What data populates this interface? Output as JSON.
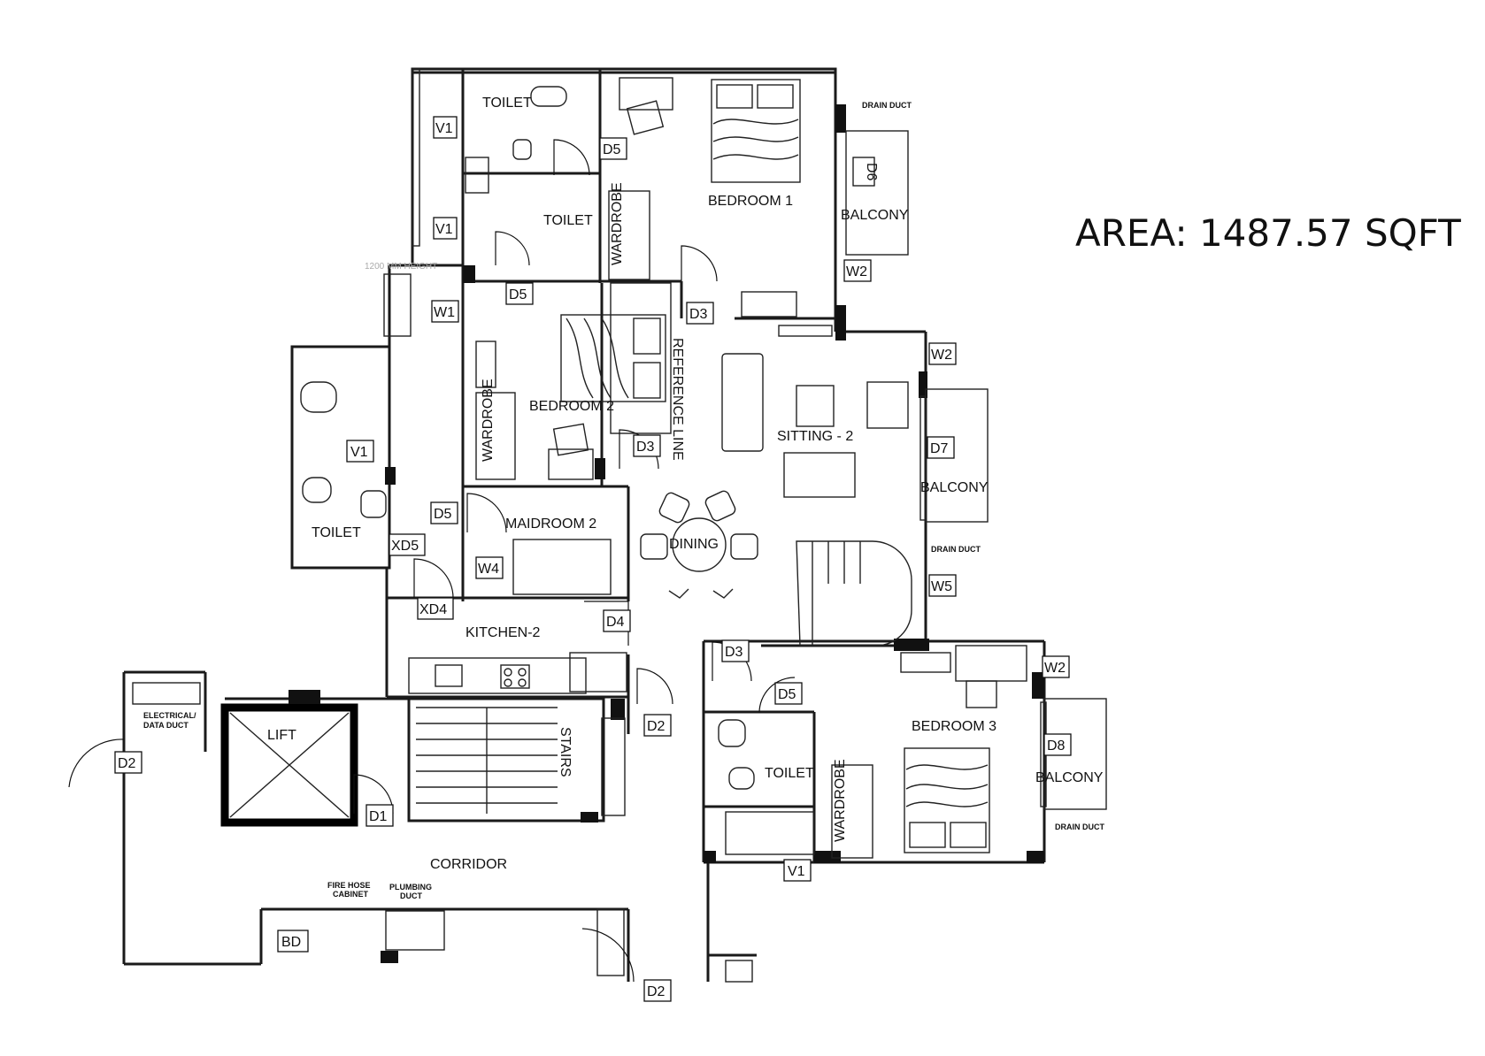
{
  "area_label": "AREA: 1487.57 SQFT",
  "height_note": "1200 MM HEIGHT",
  "rooms": {
    "toilet_1": "TOILET",
    "toilet_2": "TOILET",
    "toilet_maid": "TOILET",
    "toilet_3": "TOILET",
    "bedroom_1": "BEDROOM 1",
    "bedroom_2": "BEDROOM 2",
    "bedroom_3": "BEDROOM 3",
    "maidroom_2": "MAIDROOM 2",
    "kitchen_2": "KITCHEN-2",
    "sitting_2": "SITTING - 2",
    "dining": "DINING",
    "stairs": "STAIRS",
    "lift": "LIFT",
    "corridor": "CORRIDOR",
    "balcony_1": "BALCONY",
    "balcony_2": "BALCONY",
    "balcony_3": "BALCONY",
    "wardrobe_1": "WARDROBE",
    "wardrobe_2": "WARDROBE",
    "wardrobe_3": "WARDROBE",
    "reference_line": "REFERENCE LINE"
  },
  "notes": {
    "drain_duct": "DRAIN DUCT",
    "electrical_duct_1": "ELECTRICAL/",
    "electrical_duct_2": "DATA DUCT",
    "fire_hose_1": "FIRE HOSE",
    "fire_hose_2": "CABINET",
    "plumbing_1": "PLUMBING",
    "plumbing_2": "DUCT"
  },
  "tags": {
    "v1_a": "V1",
    "v1_b": "V1",
    "v1_c": "V1",
    "v1_d": "V1",
    "w1": "W1",
    "w2_a": "W2",
    "w2_b": "W2",
    "w2_c": "W2",
    "w4": "W4",
    "w5": "W5",
    "d5_a": "D5",
    "d5_b": "D5",
    "d5_c": "D5",
    "d5_d": "D5",
    "d3_a": "D3",
    "d3_b": "D3",
    "d3_c": "D3",
    "d4": "D4",
    "d2_a": "D2",
    "d2_b": "D2",
    "d2_c": "D2",
    "d1": "D1",
    "d6": "D6",
    "d7": "D7",
    "d8": "D8",
    "xd5": "XD5",
    "xd4": "XD4",
    "bd": "BD"
  }
}
